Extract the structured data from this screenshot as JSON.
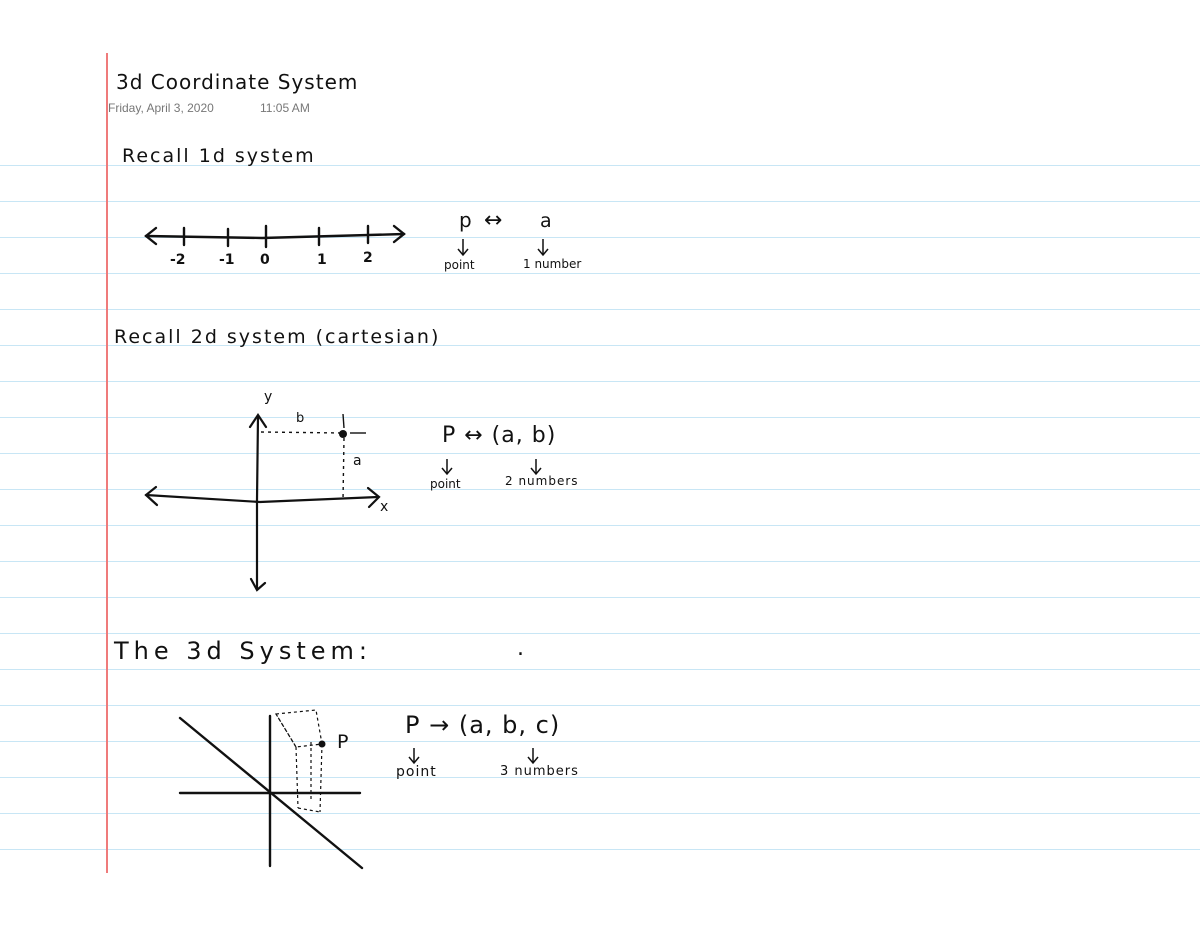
{
  "page": {
    "title": "3d Coordinate System",
    "date": "Friday, April 3, 2020",
    "time": "11:05 AM"
  },
  "colors": {
    "background": "#ffffff",
    "rule_lines": "#c8e6f5",
    "margin_line": "#ef7b7b",
    "ink": "#111111",
    "meta_text": "#777777"
  },
  "section_1d": {
    "heading": "Recall 1d system",
    "tick_labels": [
      "-2",
      "-1",
      "0",
      "1",
      "2"
    ],
    "mapping": {
      "left": "p",
      "arrow": "↔",
      "right": "a",
      "left_label": "point",
      "right_label": "1 number"
    }
  },
  "section_2d": {
    "heading": "Recall 2d system (cartesian)",
    "axis_y": "y",
    "axis_x": "x",
    "label_b": "b",
    "label_a": "a",
    "mapping": {
      "text": "P ↔ (a, b)",
      "left_label": "point",
      "right_label": "2 numbers"
    }
  },
  "section_3d": {
    "heading": "The 3d System:",
    "stray_mark": ".",
    "point_label": "P",
    "mapping": {
      "text": "P → (a, b, c)",
      "left_label": "point",
      "right_label": "3 numbers"
    }
  }
}
